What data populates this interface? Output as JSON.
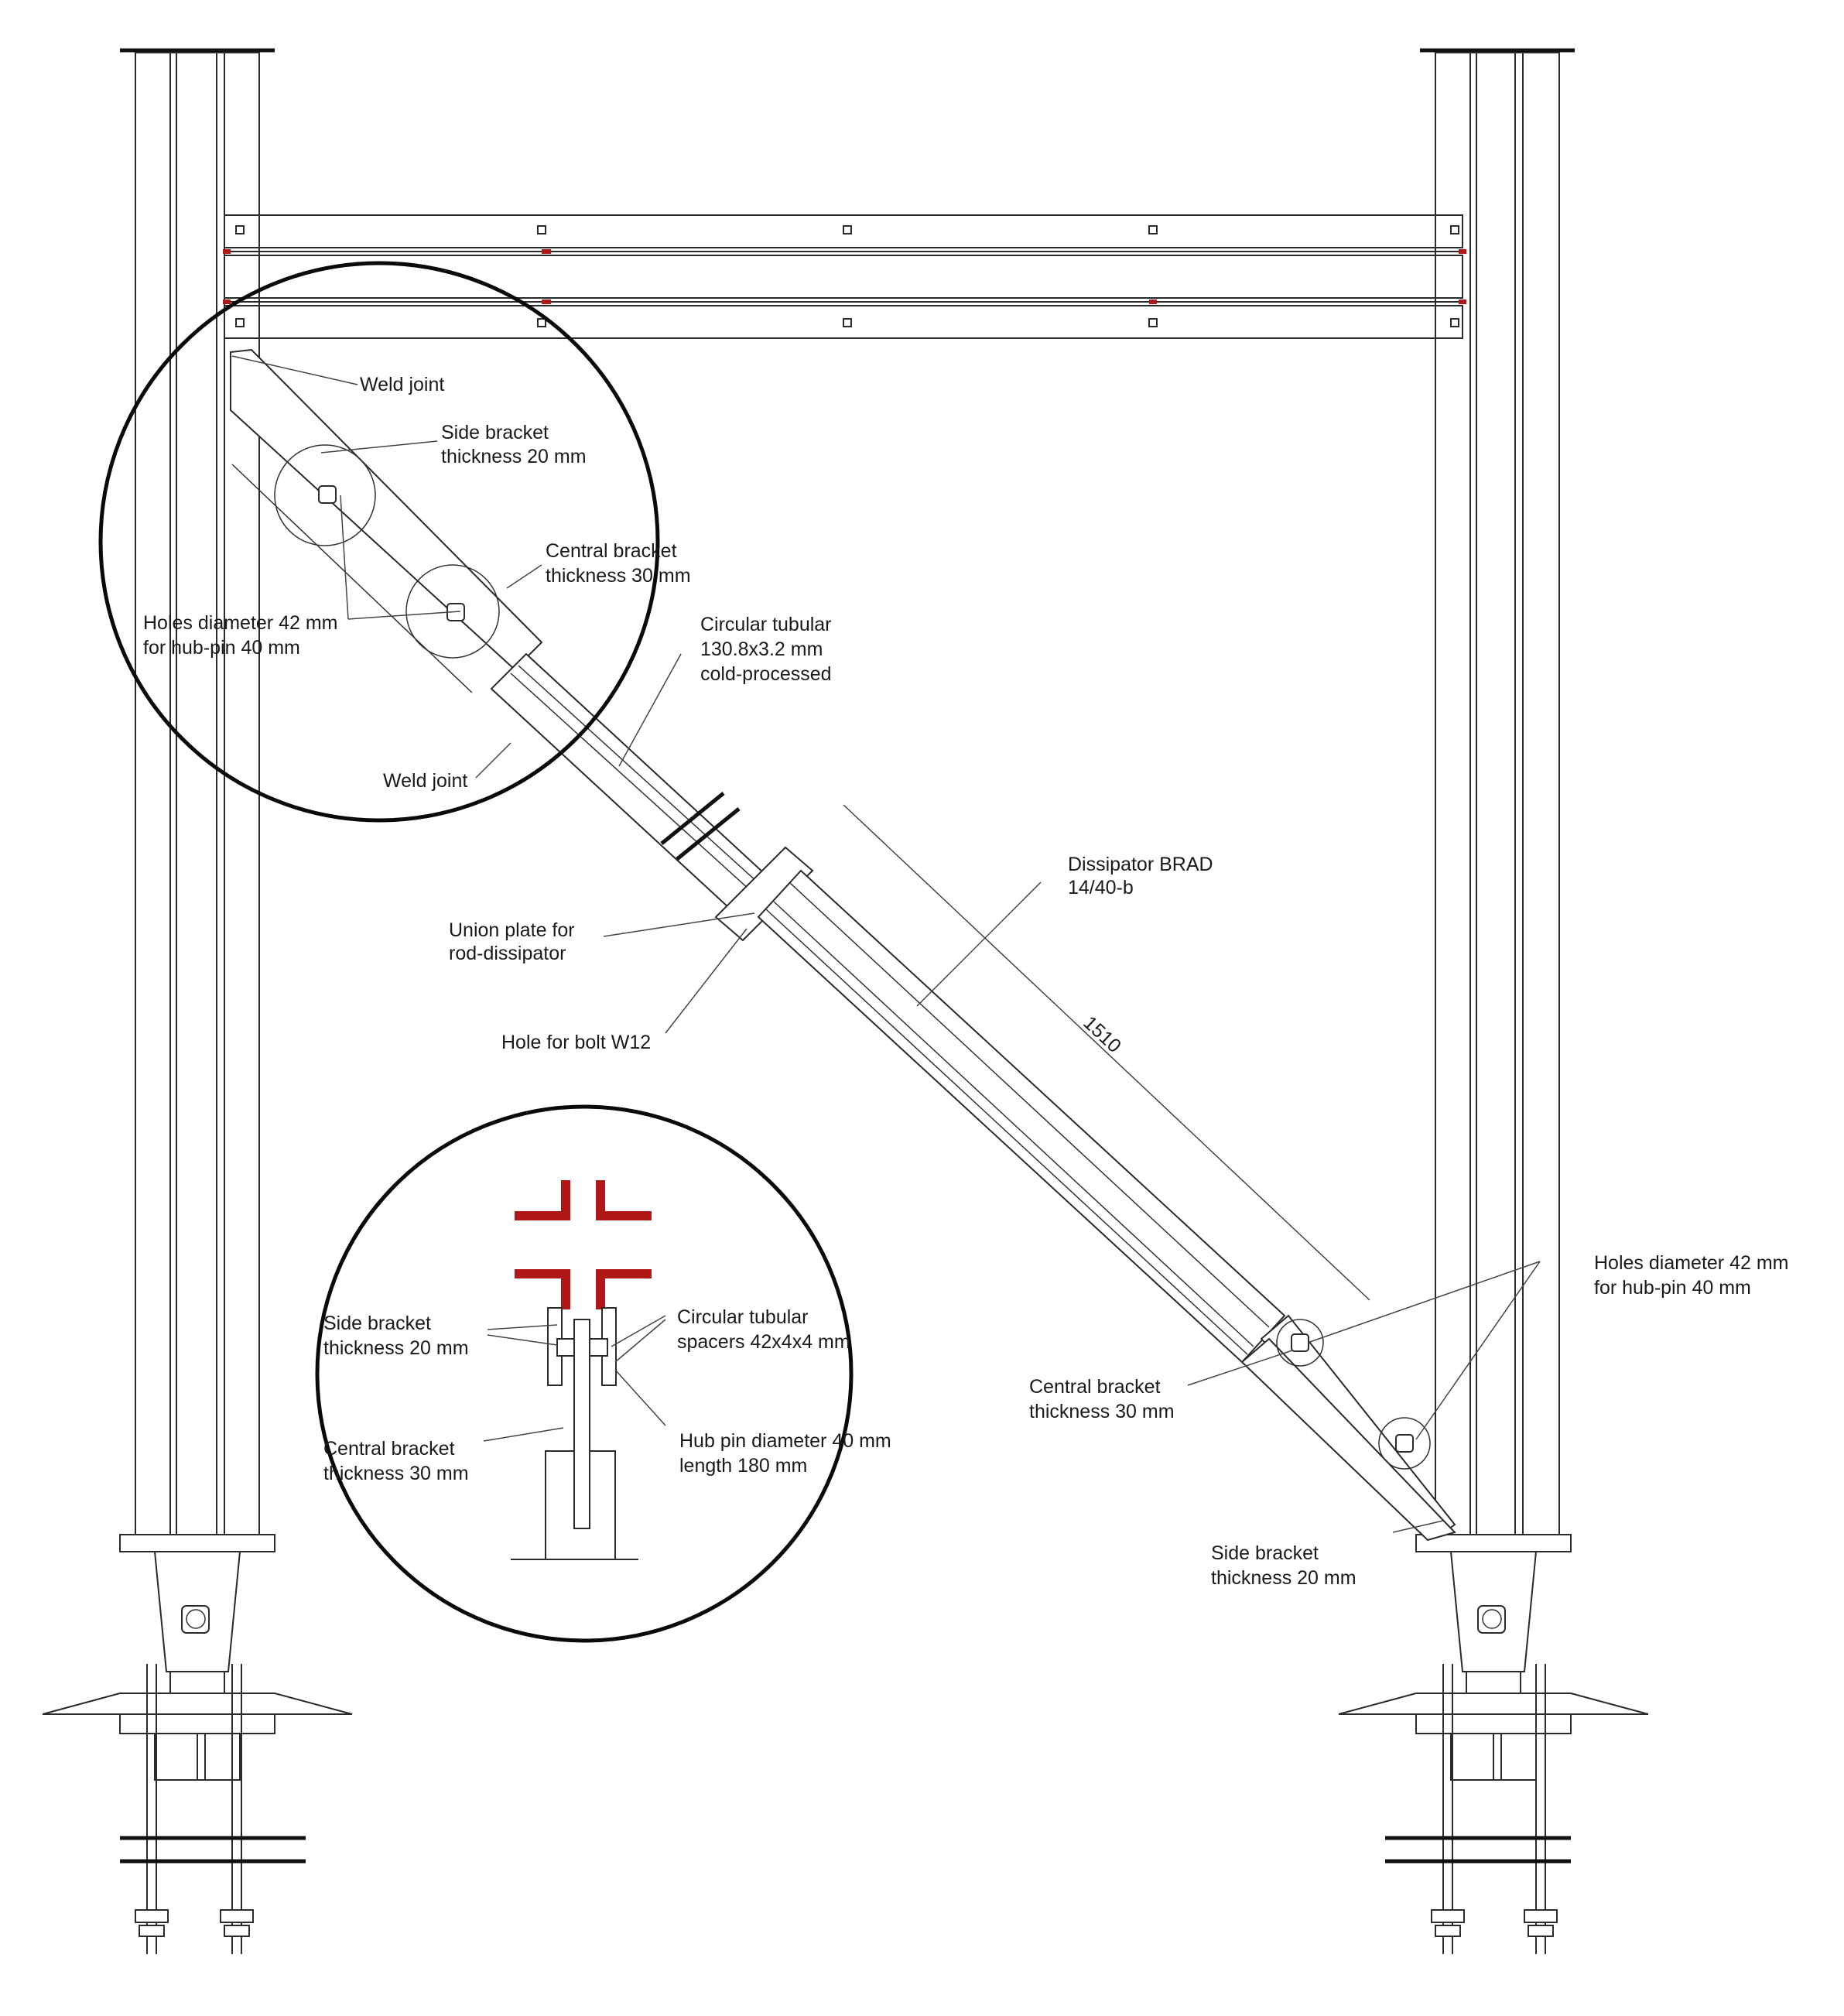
{
  "colors": {
    "line": "#2a2a2a",
    "accent": "#b01818",
    "background": "#ffffff"
  },
  "labels": {
    "weld_joint_top": "Weld joint",
    "side_bracket_top_1": "Side bracket",
    "side_bracket_top_2": "thickness 20 mm",
    "central_bracket_top_1": "Central bracket",
    "central_bracket_top_2": "thickness 30 mm",
    "holes_top_1": "Holes diameter 42 mm",
    "holes_top_2": "for hub-pin 40 mm",
    "tubular_1": "Circular tubular",
    "tubular_2": "130.8x3.2 mm",
    "tubular_3": "cold-processed",
    "weld_joint_bottom": "Weld joint",
    "dissipator_1": "Dissipator BRAD",
    "dissipator_2": "14/40-b",
    "union_plate_1": "Union plate for",
    "union_plate_2": "rod-dissipator",
    "hole_bolt": "Hole for bolt W12",
    "dimension": "1510",
    "holes_right_1": "Holes diameter 42 mm",
    "holes_right_2": "for hub-pin 40 mm",
    "central_bracket_right_1": "Central bracket",
    "central_bracket_right_2": "thickness 30 mm",
    "side_bracket_right_1": "Side bracket",
    "side_bracket_right_2": "thickness 20 mm",
    "detail_side_bracket_1": "Side bracket",
    "detail_side_bracket_2": "thickness 20 mm",
    "detail_spacers_1": "Circular tubular",
    "detail_spacers_2": "spacers 42x4x4 mm",
    "detail_central_bracket_1": "Central bracket",
    "detail_central_bracket_2": "thickness 30 mm",
    "detail_hub_pin_1": "Hub pin diameter 40 mm",
    "detail_hub_pin_2": "length 180 mm"
  }
}
